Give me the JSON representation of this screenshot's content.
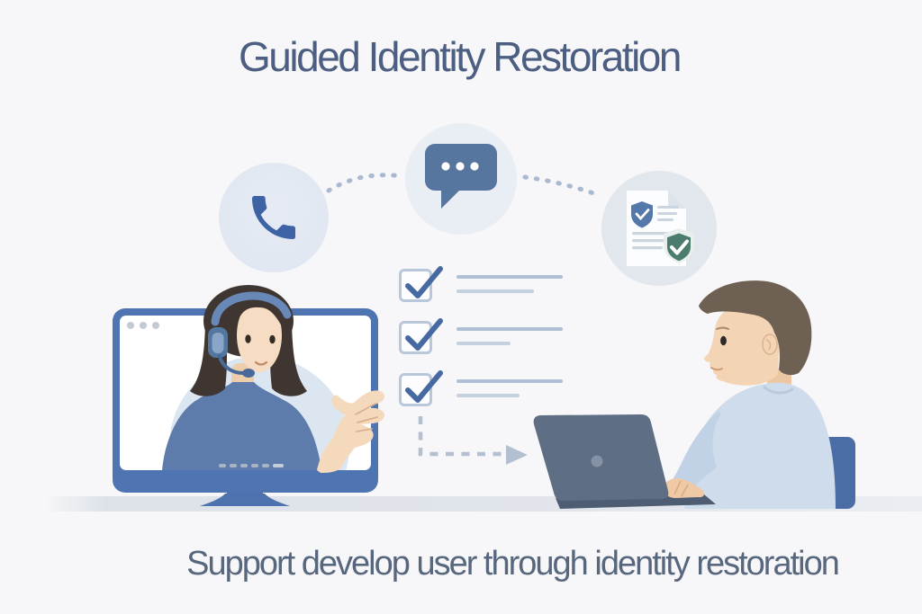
{
  "title": "Guided Identity Restoration",
  "caption": "Support develop user through identity restoration",
  "flow": {
    "icons": [
      {
        "name": "phone-icon"
      },
      {
        "name": "chat-bubble-icon",
        "dots": 3
      },
      {
        "name": "verified-document-icon"
      }
    ]
  },
  "checklist": {
    "items": [
      {
        "checked": true,
        "line1_w": 118,
        "line2_w": 86
      },
      {
        "checked": true,
        "line1_w": 118,
        "line2_w": 60
      },
      {
        "checked": true,
        "line1_w": 118,
        "line2_w": 70
      }
    ]
  },
  "scene": {
    "left_figure": "support agent wearing headset on monitor screen",
    "right_figure": "man typing on laptop"
  },
  "colors": {
    "background": "#f7f6f8",
    "title_text": "#4c5e81",
    "caption_text": "#57677e",
    "accent_blue": "#4f74b2",
    "icon_blue": "#3e63a4",
    "bubble_blue": "#56759f",
    "success_green": "#4c7c6d",
    "line_gray": "#b9c7da",
    "laptop_slate": "#5d6e85",
    "skin": "#f5d9bc"
  }
}
